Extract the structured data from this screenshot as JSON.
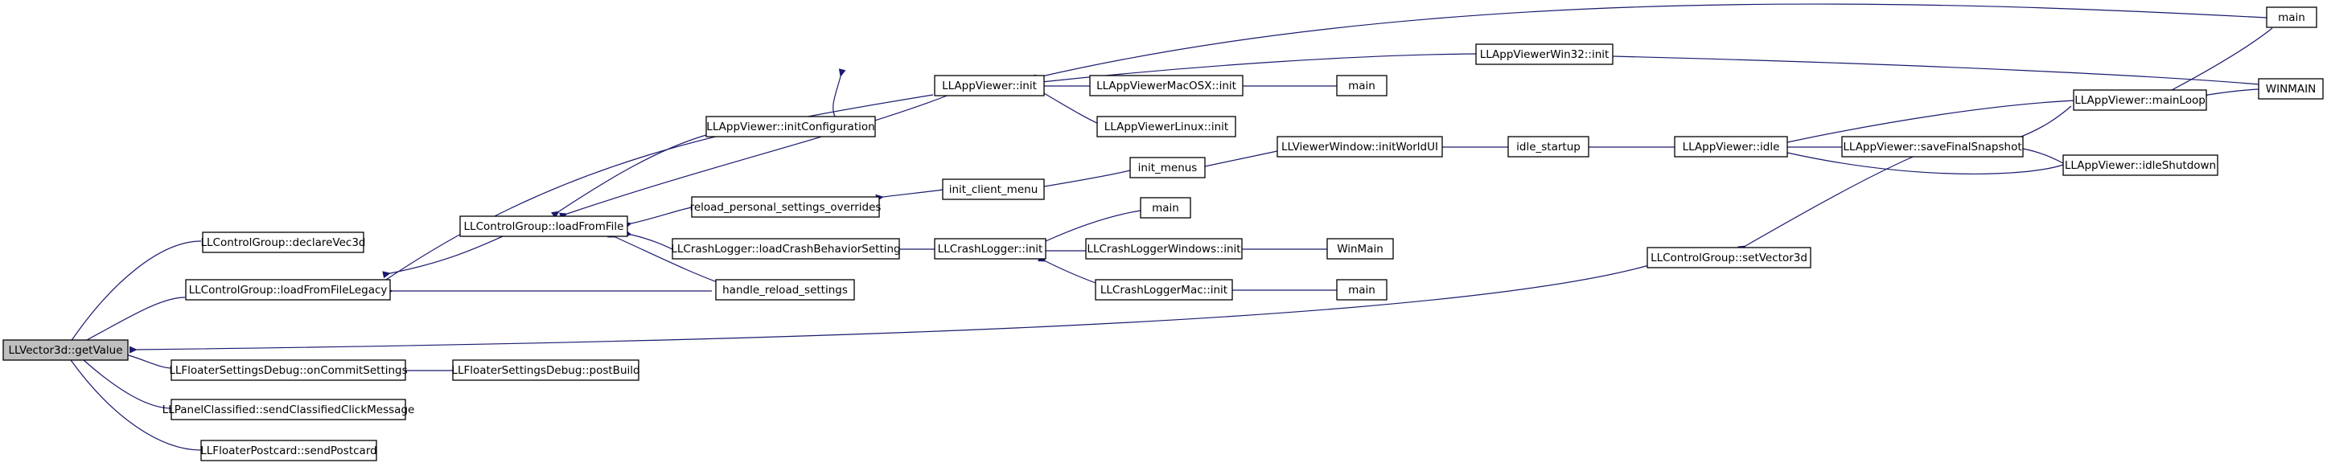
{
  "nodes": {
    "root": "LLVector3d::getValue",
    "declare": "LLControlGroup::declareVec3d",
    "loadLegacy": "LLControlGroup::loadFromFileLegacy",
    "onCommit": "LLFloaterSettingsDebug::onCommitSettings",
    "sendClassified": "LLPanelClassified::sendClassifiedClickMessage",
    "sendPostcard": "LLFloaterPostcard::sendPostcard",
    "loadFromFile": "LLControlGroup::loadFromFile",
    "postBuild": "LLFloaterSettingsDebug::postBuild",
    "initConfig": "LLAppViewer::initConfiguration",
    "reloadPersonal": "reload_personal_settings_overrides",
    "loadCrash": "LLCrashLogger::loadCrashBehaviorSetting",
    "handleReload": "handle_reload_settings",
    "appInit": "LLAppViewer::init",
    "initClientMenu": "init_client_menu",
    "crashInit": "LLCrashLogger::init",
    "macInit": "LLAppViewerMacOSX::init",
    "linuxInit": "LLAppViewerLinux::init",
    "initMenus": "init_menus",
    "mainA": "main",
    "crashWinInit": "LLCrashLoggerWindows::init",
    "crashMacInit": "LLCrashLoggerMac::init",
    "mainMac": "main",
    "winMainSmall": "WinMain",
    "mainCrashMac": "main",
    "win32Init": "LLAppViewerWin32::init",
    "initWorldUI": "LLViewerWindow::initWorldUI",
    "idleStartup": "idle_startup",
    "appIdle": "LLAppViewer::idle",
    "setVector3d": "LLControlGroup::setVector3d",
    "saveSnapshot": "LLAppViewer::saveFinalSnapshot",
    "mainLoop": "LLAppViewer::mainLoop",
    "idleShutdown": "LLAppViewer::idleShutdown",
    "mainTop": "main",
    "winMainBig": "WINMAIN"
  },
  "colors": {
    "edge": "#1a1a6e",
    "node_border": "#000000",
    "root_fill": "#bfbfbf",
    "node_fill": "#ffffff"
  }
}
